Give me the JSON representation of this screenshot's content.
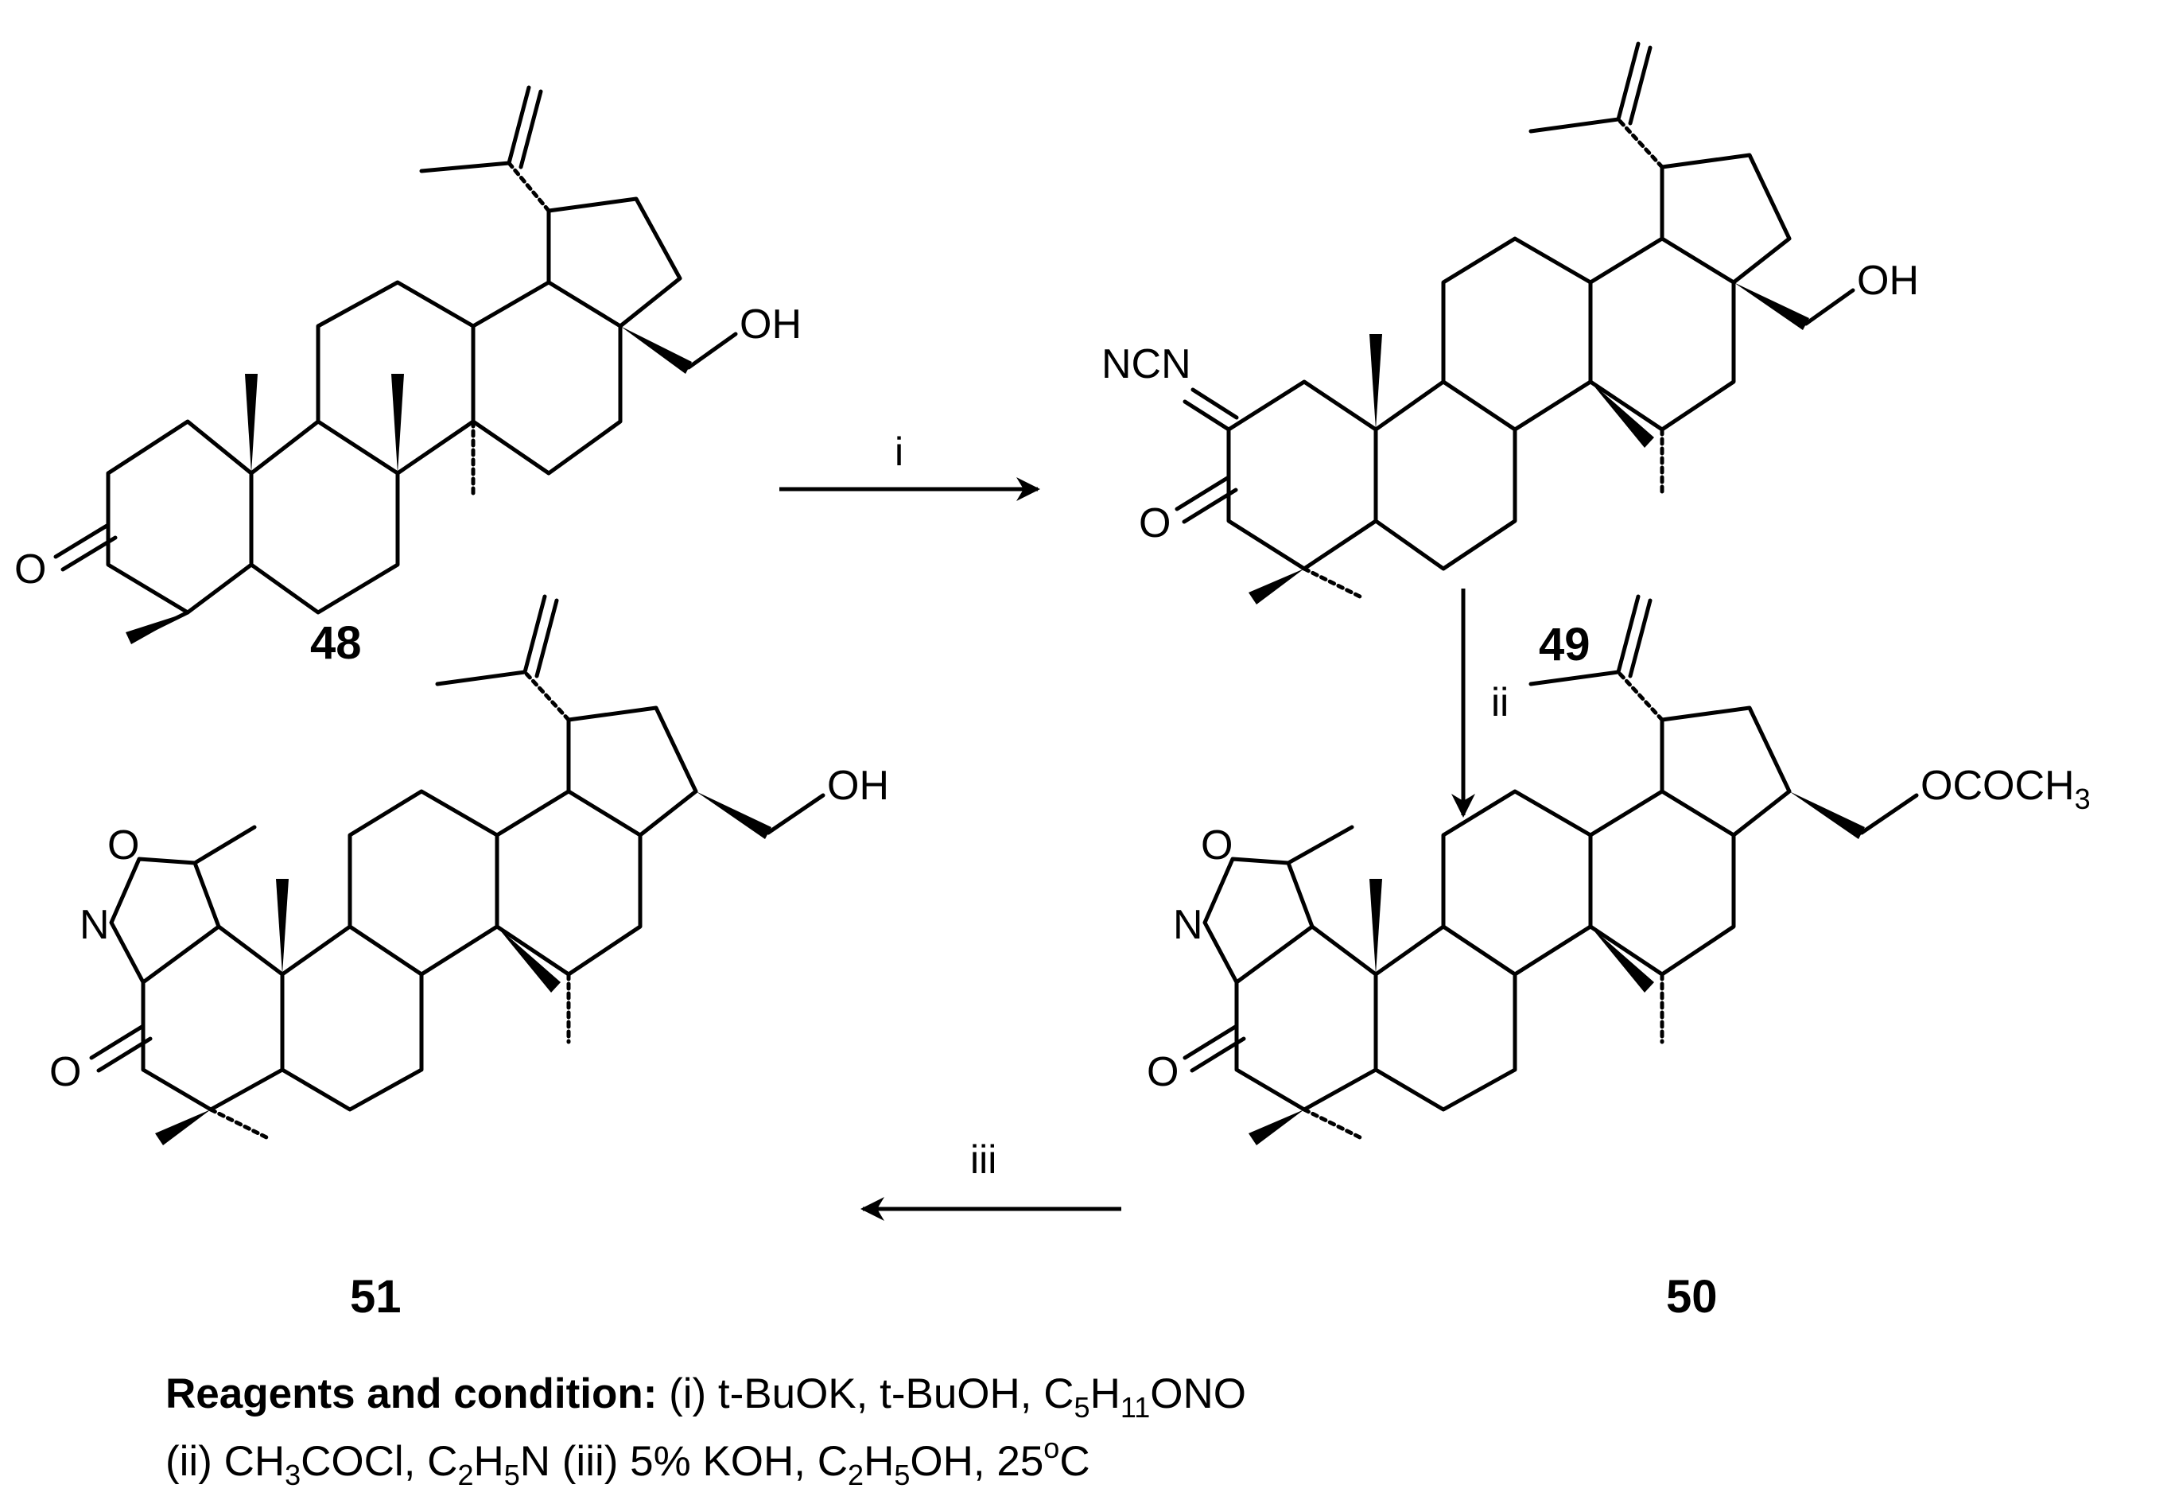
{
  "compounds": [
    {
      "id": "48",
      "label": "48",
      "atoms": {
        "carbonyl_o": "O",
        "hydroxyl": "OH"
      }
    },
    {
      "id": "49",
      "label": "49",
      "atoms": {
        "carbonyl_o": "O",
        "hydroxyl": "OH",
        "cyanoimine": "NCN"
      }
    },
    {
      "id": "50",
      "label": "50",
      "atoms": {
        "carbonyl_o": "O",
        "ring_o": "O",
        "ring_n": "N",
        "ester": "OCOCH",
        "ester_sub": "3"
      }
    },
    {
      "id": "51",
      "label": "51",
      "atoms": {
        "carbonyl_o": "O",
        "ring_o": "O",
        "ring_n": "N",
        "hydroxyl": "OH"
      }
    }
  ],
  "steps": [
    {
      "label": "i",
      "from": "48",
      "to": "49"
    },
    {
      "label": "ii",
      "from": "49",
      "to": "50"
    },
    {
      "label": "iii",
      "from": "50",
      "to": "51"
    }
  ],
  "caption": {
    "heading": "Reagents and condition:",
    "line1": {
      "a": " (i) t-BuOK, t-BuOH, C",
      "s1": "5",
      "b": "H",
      "s2": "11",
      "c": "ONO"
    },
    "line2": {
      "a": "(ii) CH",
      "s1": "3",
      "b": "COCl, C",
      "s2": "2",
      "c": "H",
      "s3": "5",
      "d": "N (iii) 5% KOH, C",
      "s4": "2",
      "e": "H",
      "s5": "5",
      "f": "OH, 25",
      "sup": "o",
      "g": "C"
    }
  }
}
